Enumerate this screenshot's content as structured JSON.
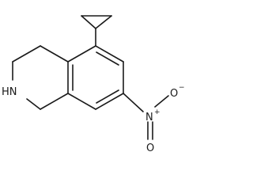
{
  "molecule": {
    "atoms": {
      "amine_nh": "HN",
      "nitro_n": "N",
      "nitro_n_charge": "+",
      "nitro_o_top": "O",
      "nitro_o_top_charge": "−",
      "nitro_o_bottom": "O"
    }
  },
  "colors": {
    "ink": "#1a1a1a",
    "background": "#ffffff"
  }
}
